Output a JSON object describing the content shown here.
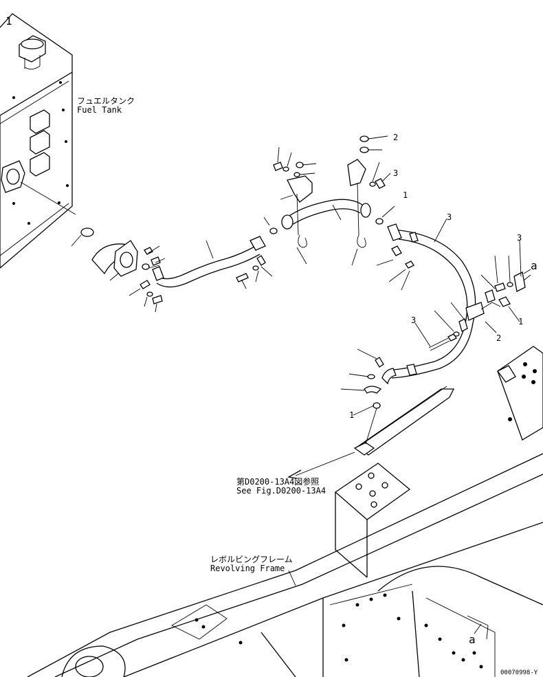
{
  "labels": {
    "fuel_tank_jp": "フュエルタンク",
    "fuel_tank_en": "Fuel Tank",
    "see_fig_jp": "第D0200-13A4図参照",
    "see_fig_en": "See Fig.D0200-13A4",
    "frame_jp": "レボルビングフレーム",
    "frame_en": "Revolving Frame",
    "drawing_id": "00070998-Y",
    "marker_a_top": "a",
    "marker_a_bottom": "a",
    "corner_mark": "1"
  },
  "callouts": {
    "c_2a": "2",
    "c_3a": "3",
    "c_1a": "1",
    "c_3b": "3",
    "c_3c": "3",
    "c_1b": "1",
    "c_2b": "2",
    "c_3d": "3",
    "c_1c": "1"
  }
}
